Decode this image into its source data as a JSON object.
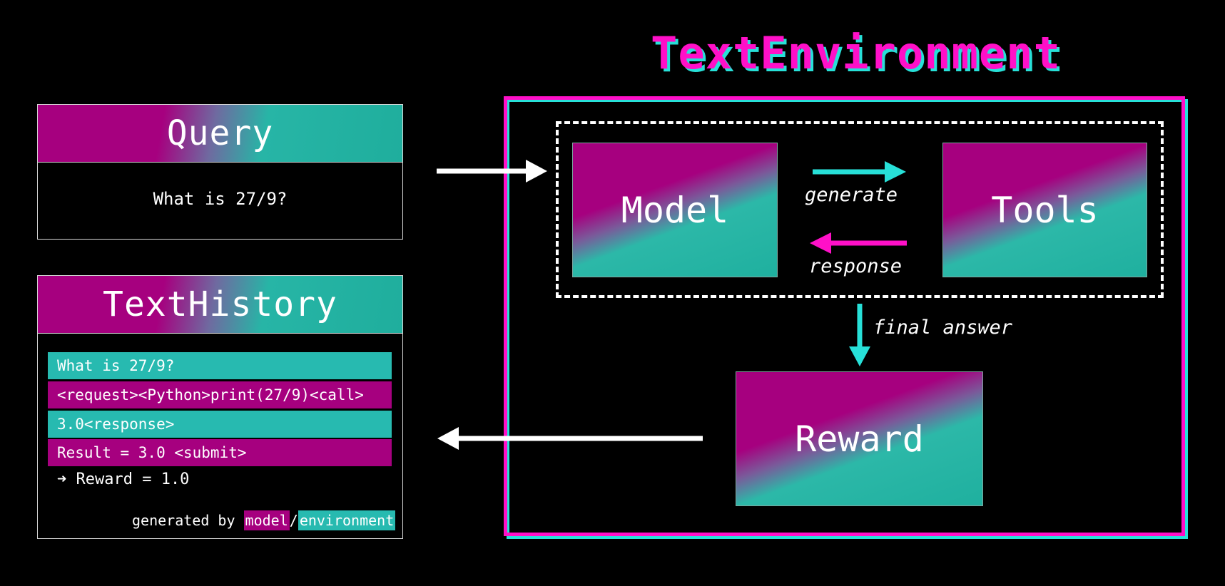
{
  "title": "TextEnvironment",
  "query": {
    "header": "Query",
    "text": "What is 27/9?"
  },
  "history": {
    "header": "TextHistory",
    "lines": [
      "What is 27/9?",
      "<request><Python>print(27/9)<call>",
      "3.0<response>",
      "Result = 3.0 <submit>"
    ],
    "reward": "➜ Reward = 1.0",
    "footer_prefix": "generated by ",
    "footer_model": "model",
    "footer_sep": "/",
    "footer_env": "environment"
  },
  "env": {
    "model": "Model",
    "tools": "Tools",
    "reward": "Reward",
    "generate": "generate",
    "response": "response",
    "final_answer": "final answer"
  },
  "colors": {
    "magenta": "#ff10c8",
    "cyan": "#27e0d8",
    "teal": "#27bab0",
    "purple": "#a6007f"
  }
}
